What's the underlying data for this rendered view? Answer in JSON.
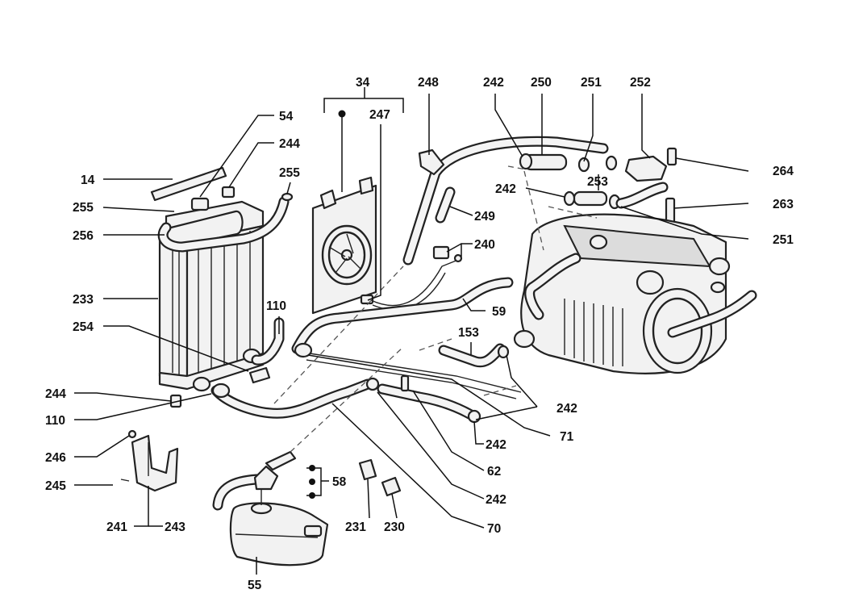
{
  "callouts": {
    "c14": "14",
    "c34": "34",
    "c54": "54",
    "c55": "55",
    "c58": "58",
    "c59": "59",
    "c62": "62",
    "c70": "70",
    "c71": "71",
    "c110a": "110",
    "c110b": "110",
    "c153": "153",
    "c230": "230",
    "c231": "231",
    "c233": "233",
    "c240": "240",
    "c241": "241",
    "c242a": "242",
    "c242b": "242",
    "c242c": "242",
    "c242d": "242",
    "c242e": "242",
    "c243": "243",
    "c244a": "244",
    "c244b": "244",
    "c245": "245",
    "c246": "246",
    "c247": "247",
    "c248": "248",
    "c249": "249",
    "c250": "250",
    "c251a": "251",
    "c251b": "251",
    "c252": "252",
    "c253": "253",
    "c254": "254",
    "c255a": "255",
    "c255b": "255",
    "c256": "256",
    "c263": "263",
    "c264": "264"
  }
}
